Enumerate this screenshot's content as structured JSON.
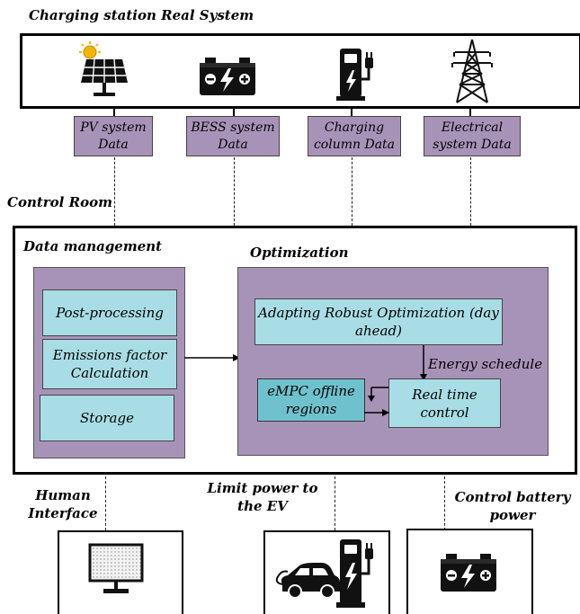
{
  "header": {
    "title": "Charging station Real System"
  },
  "real_system_icons": [
    {
      "icon": "solar-panel-icon"
    },
    {
      "icon": "battery-icon"
    },
    {
      "icon": "charging-column-icon"
    },
    {
      "icon": "power-tower-icon"
    }
  ],
  "data_labels": {
    "pv": {
      "line1": "PV system",
      "line2": "Data"
    },
    "bess": {
      "line1": "BESS system",
      "line2": "Data"
    },
    "column": {
      "line1": "Charging",
      "line2": "column Data"
    },
    "electrical": {
      "line1": "Electrical",
      "line2": "system Data"
    }
  },
  "control_room": {
    "title": "Control Room"
  },
  "data_management": {
    "title": "Data management",
    "items": {
      "post": "Post-processing",
      "emissions_1": "Emissions factor",
      "emissions_2": "Calculation",
      "storage": "Storage"
    }
  },
  "optimization": {
    "title": "Optimization",
    "aro_1": "Adapting Robust Optimization (day",
    "aro_2": "ahead)",
    "energy_schedule": "Energy schedule",
    "rtc_1": "Real time",
    "rtc_2": "control",
    "empc_1": "eMPC offline",
    "empc_2": "regions"
  },
  "outputs": {
    "human_1": "Human",
    "human_2": "Interface",
    "limit_1": "Limit power to",
    "limit_2": "the EV",
    "battery_1": "Control battery",
    "battery_2": "power"
  },
  "colors": {
    "purple": "#a893b8",
    "cyan": "#a9dde5",
    "teal": "#6fc2cd"
  }
}
